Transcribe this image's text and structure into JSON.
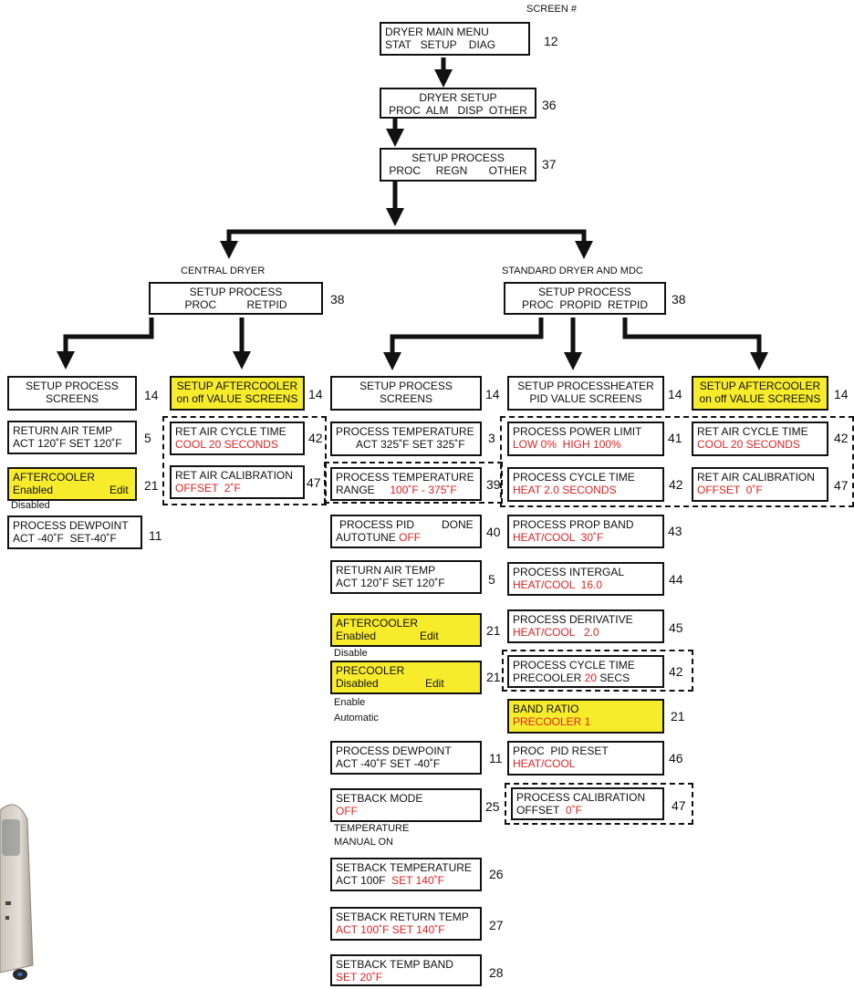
{
  "header": {
    "screen_label": "SCREEN #"
  },
  "top_chain": [
    {
      "title": "DRYER MAIN MENU",
      "sub": "STAT   SETUP    DIAG",
      "num": "12"
    },
    {
      "title": "DRYER SETUP",
      "sub": "PROC  ALM   DISP  OTHER",
      "num": "36"
    },
    {
      "title": "SETUP PROCESS",
      "sub": "PROC     REGN       OTHER",
      "num": "37"
    }
  ],
  "central": {
    "heading": "CENTRAL DRYER",
    "menu": {
      "title": "SETUP PROCESS",
      "sub": "PROC          RETPID",
      "num": "38"
    },
    "proc_col": {
      "screens_box": {
        "line1": "SETUP PROCESS",
        "line2": "SCREENS",
        "num": "14"
      },
      "items": [
        {
          "line1": "RETURN AIR TEMP",
          "line2": "ACT 120˚F SET 120˚F",
          "num": "5"
        },
        {
          "line1": "AFTERCOOLER",
          "line2a": "Enabled",
          "line2b": "Edit",
          "num": "21",
          "option": "Disabled"
        },
        {
          "line1": "PROCESS DEWPOINT",
          "line2": "ACT -40˚F  SET-40˚F",
          "num": "11"
        }
      ]
    },
    "retpid_col": {
      "screens_box": {
        "line1": "SETUP AFTERCOOLER",
        "line2": "on off VALUE SCREENS",
        "num": "14"
      },
      "items": [
        {
          "line1": "RET AIR CYCLE TIME",
          "line2": "COOL 20 SECONDS",
          "num": "42"
        },
        {
          "line1": "RET AIR CALIBRATION",
          "line2": "OFFSET  2˚F",
          "num": "47"
        }
      ]
    }
  },
  "standard": {
    "heading": "STANDARD DRYER AND MDC",
    "menu": {
      "title": "SETUP PROCESS",
      "sub": "PROC  PROPID  RETPID",
      "num": "38"
    },
    "proc_col": {
      "screens_box": {
        "line1": "SETUP PROCESS",
        "line2": "SCREENS",
        "num": "14"
      },
      "items": [
        {
          "line1": "PROCESS TEMPERATURE",
          "line2": "ACT 325˚F SET 325˚F",
          "num": "3"
        },
        {
          "line1": "PROCESS TEMPERATURE",
          "line2a": "RANGE",
          "line2b": "100˚F - 375˚F",
          "num": "39"
        },
        {
          "line1a": "PROCESS PID",
          "line1b": "DONE",
          "line2a": "AUTOTUNE",
          "line2b": "OFF",
          "num": "40"
        },
        {
          "line1": "RETURN AIR TEMP",
          "line2": "ACT 120˚F SET 120˚F",
          "num": "5"
        },
        {
          "line1": "AFTERCOOLER",
          "line2a": "Enabled",
          "line2b": "Edit",
          "num": "21",
          "option": "Disable"
        },
        {
          "line1": "PRECOOLER",
          "line2a": "Disabled",
          "line2b": "Edit",
          "num": "21",
          "options": [
            "Enable",
            "Automatic"
          ]
        },
        {
          "line1": "PROCESS DEWPOINT",
          "line2": "ACT -40˚F SET -40˚F",
          "num": "11"
        },
        {
          "line1": "SETBACK MODE",
          "line2": "OFF",
          "num": "25",
          "options": [
            "TEMPERATURE",
            "MANUAL ON"
          ]
        },
        {
          "line1": "SETBACK TEMPERATURE",
          "line2a": "ACT 100F",
          "line2b": "SET 140˚F",
          "num": "26"
        },
        {
          "line1": "SETBACK RETURN TEMP",
          "line2": "ACT 100˚F SET 140˚F",
          "num": "27"
        },
        {
          "line1": "SETBACK TEMP BAND",
          "line2": "SET 20˚F",
          "num": "28"
        }
      ]
    },
    "propid_col": {
      "screens_box": {
        "line1": "SETUP PROCESSHEATER",
        "line2": "PID VALUE SCREENS",
        "num": "14"
      },
      "items": [
        {
          "line1": "PROCESS POWER LIMIT",
          "line2": "LOW 0%  HIGH 100%",
          "num": "41"
        },
        {
          "line1": "PROCESS CYCLE TIME",
          "line2": "HEAT 2.0 SECONDS",
          "num": "42"
        },
        {
          "line1": "PROCESS PROP BAND",
          "line2": "HEAT/COOL  30˚F",
          "num": "43"
        },
        {
          "line1": "PROCESS INTERGAL",
          "line2": "HEAT/COOL  16.0",
          "num": "44"
        },
        {
          "line1": "PROCESS DERIVATIVE",
          "line2": "HEAT/COOL   2.0",
          "num": "45"
        },
        {
          "line1": "PROCESS CYCLE TIME",
          "line2a": "PRECOOLER",
          "line2b": "20",
          "line2c": "SECS",
          "num": "42"
        },
        {
          "line1": "BAND RATIO",
          "line2": "PRECOOLER 1",
          "num": "21"
        },
        {
          "line1": "PROC  PID RESET",
          "line2": "HEAT/COOL",
          "num": "46"
        },
        {
          "line1": "PROCESS CALIBRATION",
          "line2a": "OFFSET",
          "line2b": "0˚F",
          "num": "47"
        }
      ]
    },
    "retpid_col": {
      "screens_box": {
        "line1": "SETUP AFTERCOOLER",
        "line2": "on off VALUE SCREENS",
        "num": "14"
      },
      "items": [
        {
          "line1": "RET AIR CYCLE TIME",
          "line2": "COOL 20 SECONDS",
          "num": "42"
        },
        {
          "line1": "RET AIR CALIBRATION",
          "line2": "OFFSET  0˚F",
          "num": "47"
        }
      ]
    }
  },
  "colors": {
    "red_text": "#e02222",
    "highlight": "#f7ec2b",
    "border": "#111111"
  }
}
